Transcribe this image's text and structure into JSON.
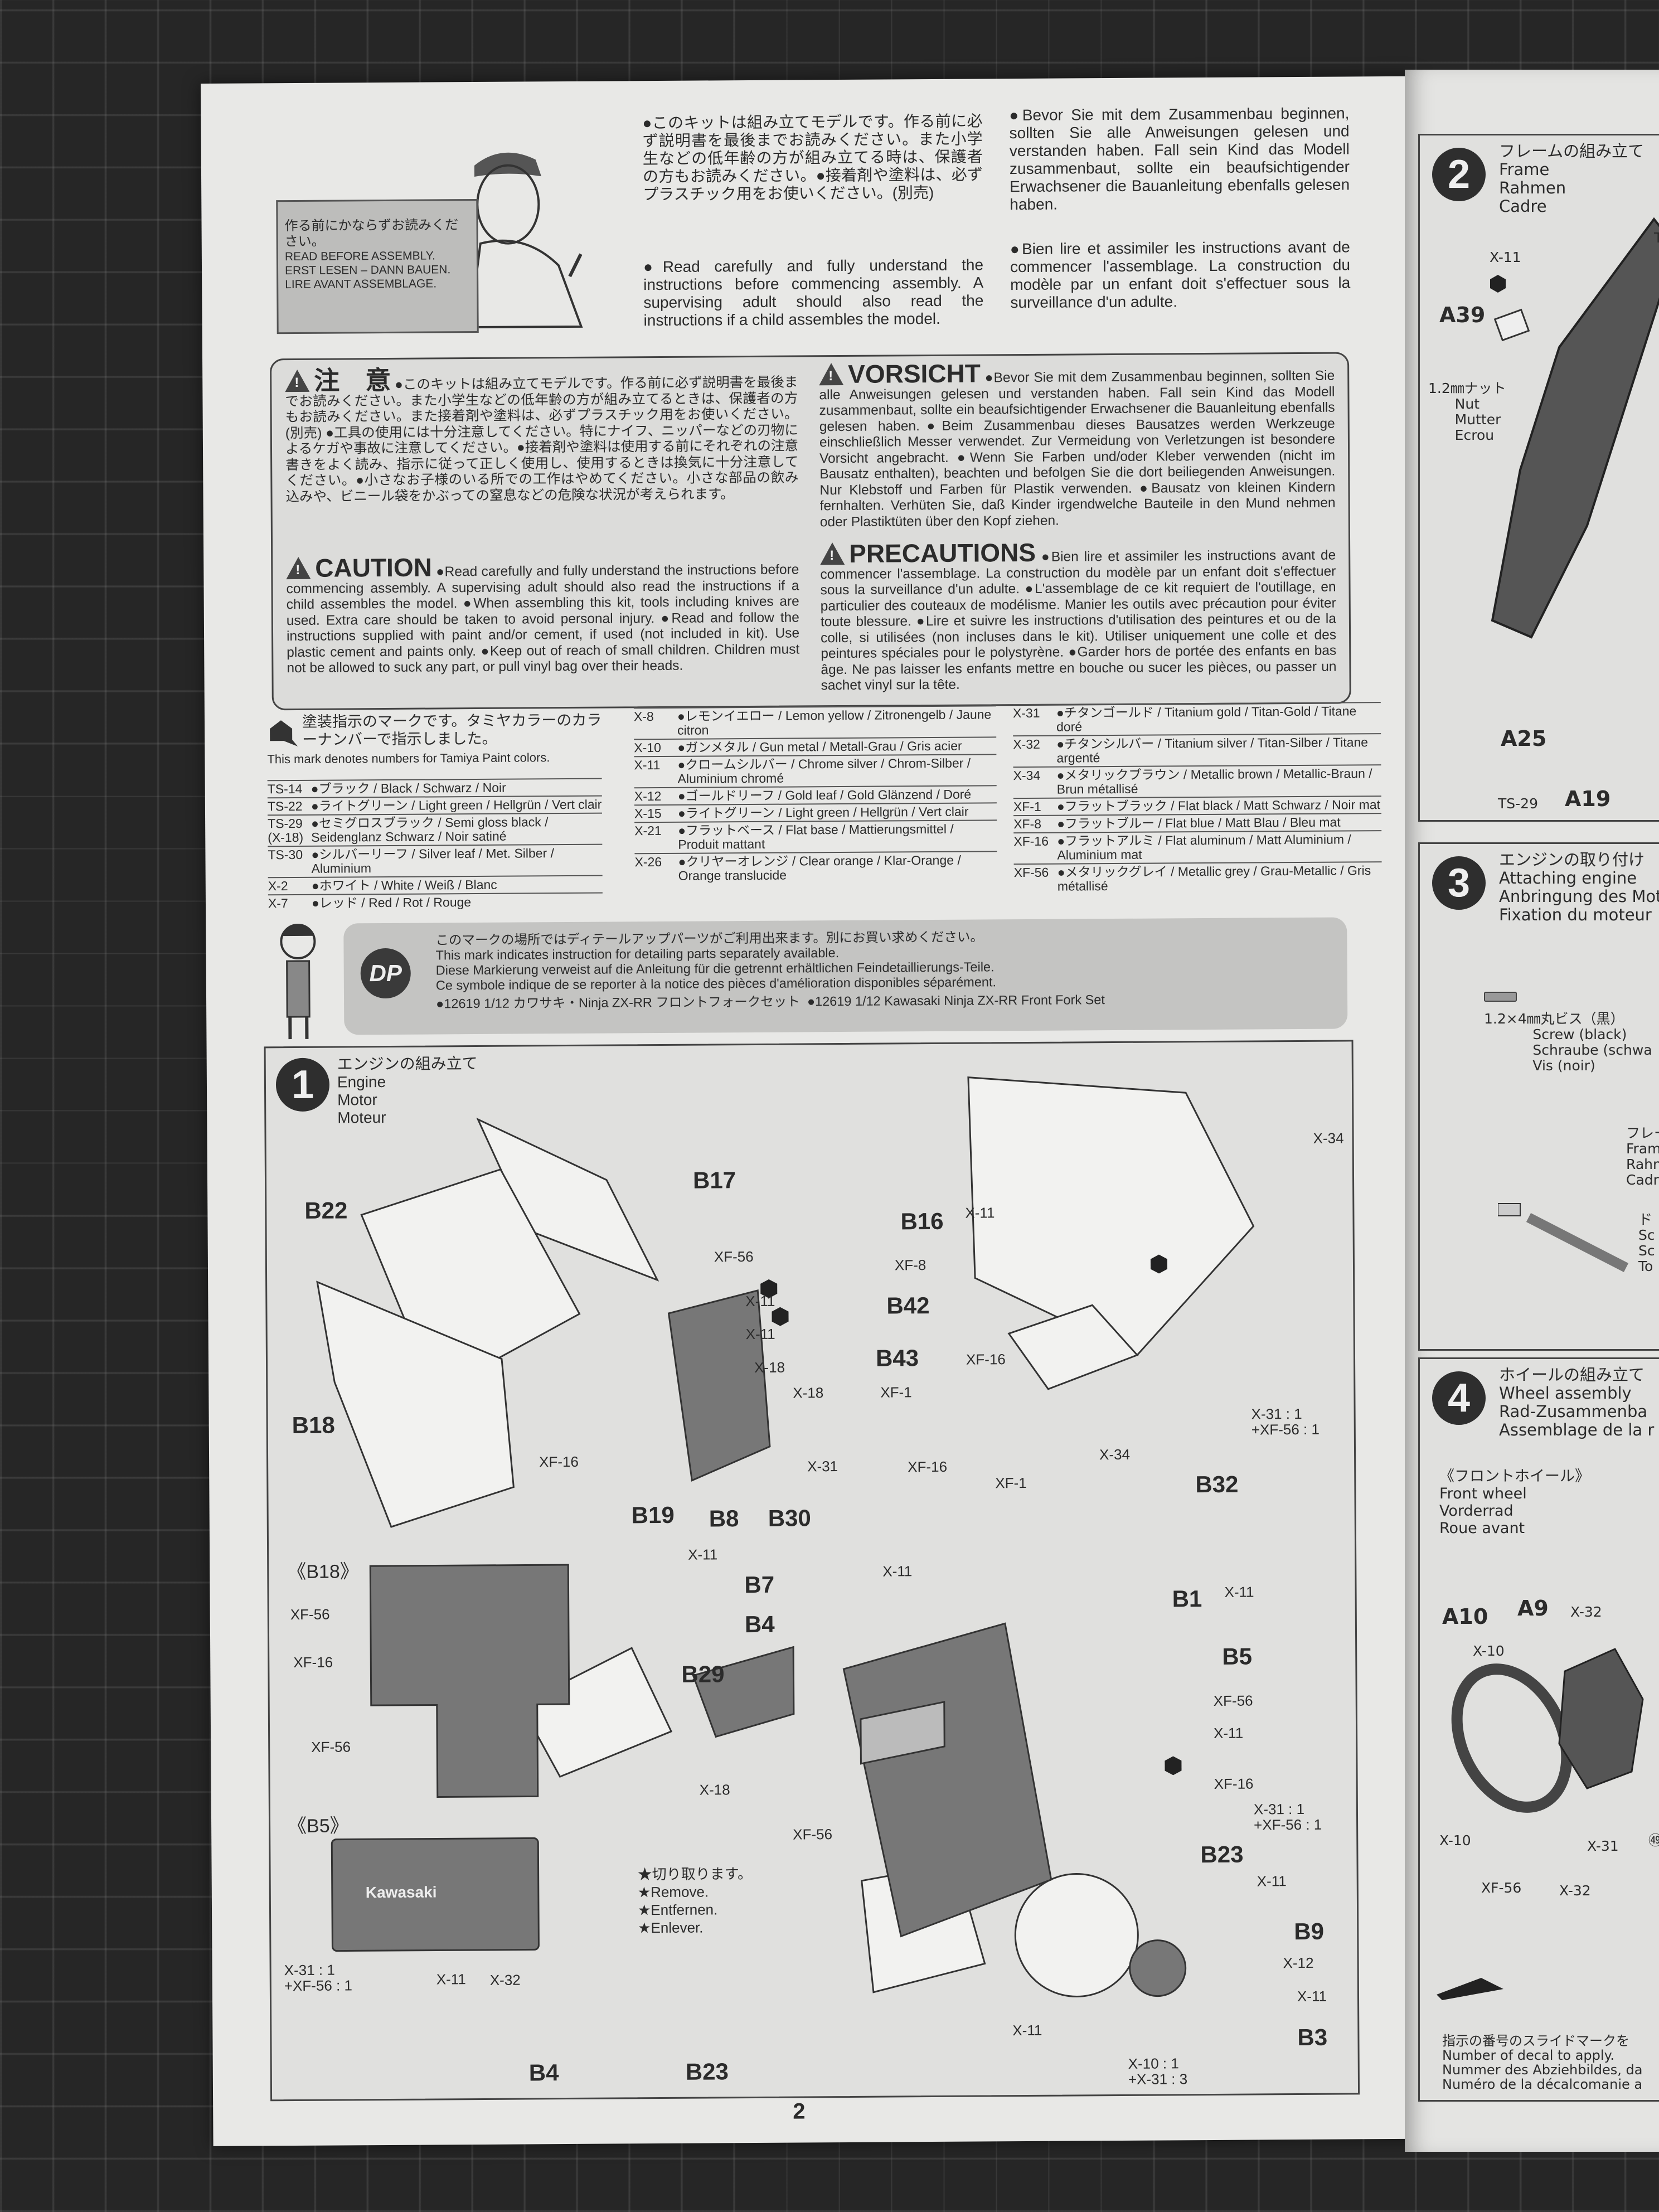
{
  "intro": {
    "sign_jp": "作る前にかならずお読みください。",
    "sign_en": "READ BEFORE ASSEMBLY.",
    "sign_de": "ERST LESEN – DANN BAUEN.",
    "sign_fr": "LIRE AVANT ASSEMBLAGE.",
    "jp": "●このキットは組み立てモデルです。作る前に必ず説明書を最後までお読みください。また小学生などの低年齢の方が組み立てる時は、保護者の方もお読みください。●接着剤や塗料は、必ずプラスチック用をお使いください。(別売)",
    "en": "●Read carefully and fully understand the instructions before commencing assembly. A supervising adult should also read the instructions if a child assembles the model.",
    "de": "●Bevor Sie mit dem Zusammenbau beginnen, sollten Sie alle Anweisungen gelesen und verstanden haben. Fall sein Kind das Modell zusammenbaut, sollte ein beaufsichtigender Erwachsener die Bauanleitung ebenfalls gelesen haben.",
    "fr": "●Bien lire et assimiler les instructions avant de commencer l'assemblage. La construction du modèle par un enfant doit s'effectuer sous la surveillance d'un adulte."
  },
  "caution": {
    "jp_heading": "注　意",
    "jp": "●このキットは組み立てモデルです。作る前に必ず説明書を最後までお読みください。また小学生などの低年齢の方が組み立てるときは、保護者の方もお読みください。また接着剤や塗料は、必ずプラスチック用をお使いください。(別売) ●工具の使用には十分注意してください。特にナイフ、ニッパーなどの刃物によるケガや事故に注意してください。●接着剤や塗料は使用する前にそれぞれの注意書きをよく読み、指示に従って正しく使用し、使用するときは換気に十分注意してください。●小さなお子様のいる所での工作はやめてください。小さな部品の飲み込みや、ビニール袋をかぶっての窒息などの危険な状況が考えられます。",
    "en_heading": "CAUTION",
    "en": "●Read carefully and fully understand the instructions before commencing assembly. A supervising adult should also read the instructions if a child assembles the model. ●When assembling this kit, tools including knives are used. Extra care should be taken to avoid personal injury. ●Read and follow the instructions supplied with paint and/or cement, if used (not included in kit). Use plastic cement and paints only. ●Keep out of reach of small children. Children must not be allowed to suck any part, or pull vinyl bag over their heads.",
    "de_heading": "VORSICHT",
    "de": "●Bevor Sie mit dem Zusammenbau beginnen, sollten Sie alle Anweisungen gelesen und verstanden haben. Fall sein Kind das Modell zusammenbaut, sollte ein beaufsichtigender Erwachsener die Bauanleitung ebenfalls gelesen haben.●Beim Zusammenbau dieses Bausatzes werden Werkzeuge einschließlich Messer verwendet. Zur Vermeidung von Verletzungen ist besondere Vorsicht angebracht. ●Wenn Sie Farben und/oder Kleber verwenden (nicht im Bausatz enthalten), beachten und befolgen Sie die dort beiliegenden Anweisungen. Nur Klebstoff und Farben für Plastik verwenden. ●Bausatz von kleinen Kindern fernhalten. Verhüten Sie, daß Kinder irgendwelche Bauteile in den Mund nehmen oder Plastiktüten über den Kopf ziehen.",
    "fr_heading": "PRECAUTIONS",
    "fr": "●Bien lire et assimiler les instructions avant de commencer l'assemblage. La construction du modèle par un enfant doit s'effectuer sous la surveillance d'un adulte. ●L'assemblage de ce kit requiert de l'outillage, en particulier des couteaux de modélisme. Manier les outils avec précaution pour éviter toute blessure. ●Lire et suivre les instructions d'utilisation des peintures et ou de la colle, si utilisées (non incluses dans le kit). Utiliser uniquement une colle et des peintures spéciales pour le polystyrène. ●Garder hors de portée des enfants en bas âge. Ne pas laisser les enfants mettre en bouche ou sucer les pièces, ou passer un sachet vinyl sur la tête."
  },
  "paint": {
    "note_jp": "塗装指示のマークです。タミヤカラーのカラーナンバーで指示しました。",
    "note_en": "This mark denotes numbers for Tamiya Paint colors.",
    "col1": [
      {
        "code": "TS-14",
        "text": "●ブラック / Black / Schwarz / Noir"
      },
      {
        "code": "TS-22",
        "text": "●ライトグリーン / Light green / Hellgrün / Vert clair"
      },
      {
        "code": "TS-29 (X-18)",
        "text": "●セミグロスブラック / Semi gloss black / Seidenglanz Schwarz / Noir satiné"
      },
      {
        "code": "TS-30",
        "text": "●シルバーリーフ / Silver leaf / Met. Silber / Aluminium"
      },
      {
        "code": "X-2",
        "text": "●ホワイト / White / Weiß / Blanc"
      },
      {
        "code": "X-7",
        "text": "●レッド / Red / Rot / Rouge"
      }
    ],
    "col2": [
      {
        "code": "X-8",
        "text": "●レモンイエロー / Lemon yellow / Zitronengelb / Jaune citron"
      },
      {
        "code": "X-10",
        "text": "●ガンメタル / Gun metal / Metall-Grau / Gris acier"
      },
      {
        "code": "X-11",
        "text": "●クロームシルバー / Chrome silver / Chrom-Silber / Aluminium chromé"
      },
      {
        "code": "X-12",
        "text": "●ゴールドリーフ / Gold leaf / Gold Glänzend / Doré"
      },
      {
        "code": "X-15",
        "text": "●ライトグリーン / Light green / Hellgrün / Vert clair"
      },
      {
        "code": "X-21",
        "text": "●フラットベース / Flat base / Mattierungsmittel / Produit mattant"
      },
      {
        "code": "X-26",
        "text": "●クリヤーオレンジ / Clear orange / Klar-Orange / Orange translucide"
      }
    ],
    "col3": [
      {
        "code": "X-31",
        "text": "●チタンゴールド / Titanium gold / Titan-Gold / Titane doré"
      },
      {
        "code": "X-32",
        "text": "●チタンシルバー / Titanium silver / Titan-Silber / Titane argenté"
      },
      {
        "code": "X-34",
        "text": "●メタリックブラウン / Metallic brown / Metallic-Braun / Brun métallisé"
      },
      {
        "code": "XF-1",
        "text": "●フラットブラック / Flat black / Matt Schwarz / Noir mat"
      },
      {
        "code": "XF-8",
        "text": "●フラットブルー / Flat blue / Matt Blau / Bleu mat"
      },
      {
        "code": "XF-16",
        "text": "●フラットアルミ / Flat aluminum / Matt Aluminium / Aluminium mat"
      },
      {
        "code": "XF-56",
        "text": "●メタリックグレイ / Metallic grey / Grau-Metallic / Gris métallisé"
      }
    ]
  },
  "dp": {
    "badge": "DP",
    "jp": "このマークの場所ではディテールアップパーツがご利用出来ます。別にお買い求めください。",
    "en": "This mark indicates instruction for detailing parts separately available.",
    "de": "Diese Markierung verweist auf die Anleitung für die getrennt erhältlichen Feindetaillierungs-Teile.",
    "fr": "Ce symbole indique de se reporter à la notice des pièces d'amélioration disponibles séparément.",
    "product_jp": "●12619 1/12 カワサキ・Ninja ZX-RR フロントフォークセット",
    "product_en": "●12619 1/12 Kawasaki Ninja ZX-RR Front Fork Set"
  },
  "step1": {
    "number": "1",
    "title_jp": "エンジンの組み立て",
    "title_en": "Engine",
    "title_de": "Motor",
    "title_fr": "Moteur",
    "parts": [
      "B22",
      "B17",
      "B18",
      "B19",
      "B8",
      "B30",
      "B16",
      "B42",
      "B43",
      "B32",
      "B7",
      "B4",
      "B29",
      "B1",
      "B5",
      "B23",
      "B9",
      "B3",
      "B4",
      "B23"
    ],
    "paints": [
      "XF-56",
      "X-11",
      "X-11",
      "X-18",
      "X-18",
      "X-31",
      "XF-16",
      "X-11",
      "X-11",
      "XF-8",
      "XF-16",
      "XF-1",
      "XF-16",
      "XF-1",
      "X-34",
      "X-31 : 1\n+XF-56 : 1",
      "X-34",
      "X-11",
      "X-11",
      "X-18",
      "XF-56",
      "XF-56",
      "X-11",
      "XF-16",
      "X-31 : 1\n+XF-56 : 1",
      "X-11",
      "X-12",
      "X-11",
      "X-11",
      "X-10 : 1\n+X-31 : 3",
      "XF-56",
      "XF-16",
      "XF-56",
      "X-31 : 1\n+XF-56 : 1",
      "X-11",
      "X-32"
    ],
    "detail_b18": "《B18》",
    "detail_b5": "《B5》",
    "b5_logo": "Kawasaki",
    "remove_note": "★切り取ります。\n★Remove.\n★Entfernen.\n★Enlever.",
    "page_number": "2"
  },
  "step2": {
    "number": "2",
    "title": "フレームの組み立て\nFrame\nRahmen\nCadre",
    "labels": [
      "X-11",
      "A39",
      "1.2㎜ナット\n      Nut\n      Mutter\n      Ecrou",
      "TS",
      "A25",
      "TS-29",
      "A19"
    ]
  },
  "step3": {
    "number": "3",
    "title": "エンジンの取り付け\nAttaching engine\nAnbringung des Moto\nFixation du moteur",
    "screw": "1.2×4㎜丸ビス（黒）\n           Screw (black)\n           Schraube (schwa\n           Vis (noir)",
    "frame": "フレー\nFram\nRahn\nCadr",
    "driver": "ド\nSc\nSc\nTo"
  },
  "step4": {
    "number": "4",
    "title": "ホイールの組み立て\nWheel assembly\nRad-Zusammenba\nAssemblage de la r",
    "sub": "《フロントホイール》\nFront wheel\nVorderrad\nRoue avant",
    "labels": [
      "A10",
      "A9",
      "X-32",
      "X-10",
      "X-10",
      "XF-56",
      "X-32",
      "X-31",
      "㊾"
    ],
    "decal_note": "指示の番号のスライドマークを\nNumber of decal to apply.\nNummer des Abziehbildes, da\nNuméro de la décalcomanie a"
  }
}
